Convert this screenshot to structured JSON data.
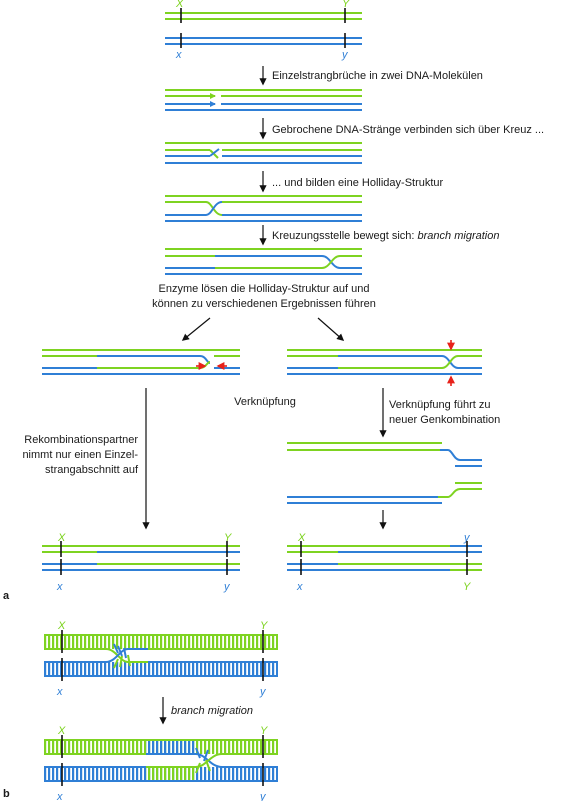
{
  "colors": {
    "green": "#7ed321",
    "blue": "#2f7fd6",
    "red": "#e8211a",
    "black": "#111111"
  },
  "panel_a": {
    "label": "a",
    "markers": {
      "upper": {
        "X": "X",
        "Y": "Y"
      },
      "lower": {
        "x": "x",
        "y": "y"
      }
    },
    "steps": [
      "Einzelstrangbrüche in zwei DNA-Molekülen",
      "Gebrochene DNA-Stränge verbinden sich über Kreuz ...",
      "... und bilden eine Holliday-Struktur"
    ],
    "step4_prefix": "Kreuzungsstelle bewegt sich: ",
    "step4_term": "branch migration",
    "resolution_line1": "Enzyme lösen die Holliday-Struktur auf und",
    "resolution_line2": "können zu verschiedenen Ergebnissen führen",
    "middle_label": "Verknüpfung",
    "left_caption": [
      "Rekombinationspartner",
      "nimmt nur einen Einzel-",
      "strangabschnitt auf"
    ],
    "right_caption": [
      "Verknüpfung führt zu",
      "neuer Genkombination"
    ],
    "left_result": {
      "top": {
        "X": "X",
        "Y": "Y"
      },
      "bottom": {
        "x": "x",
        "y": "y"
      }
    },
    "right_result": {
      "top": {
        "X": "X",
        "y": "y"
      },
      "bottom": {
        "x": "x",
        "Y": "Y"
      }
    }
  },
  "panel_b": {
    "label": "b",
    "markers": {
      "X": "X",
      "Y": "Y",
      "x": "x",
      "y": "y"
    },
    "arrow_label": "branch migration"
  }
}
